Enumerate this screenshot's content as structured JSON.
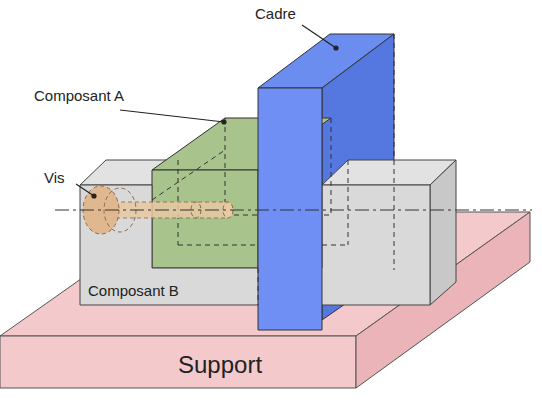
{
  "diagram": {
    "labels": [
      "Cadre",
      "Composant A",
      "Vis",
      "Composant B",
      "Support"
    ]
  }
}
